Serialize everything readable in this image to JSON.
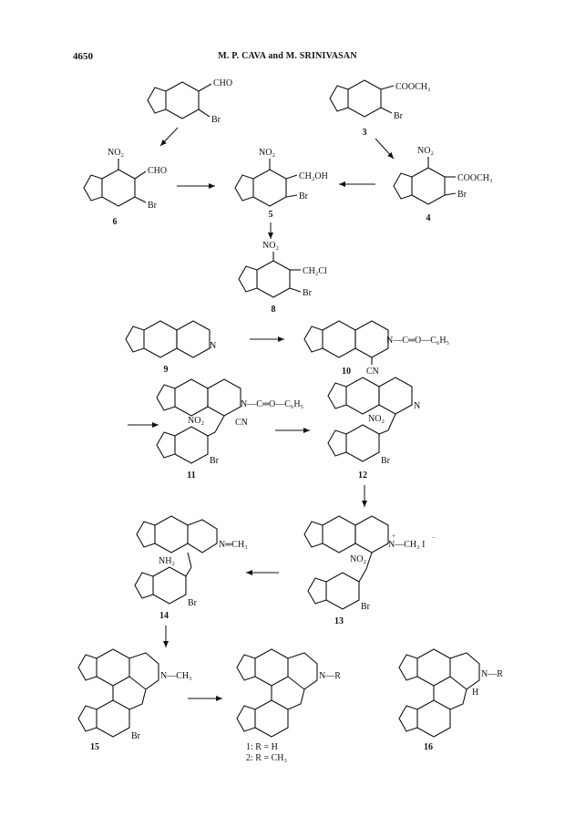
{
  "header": {
    "page_number": "4650",
    "running_head": "M. P. CAVA and M. SRINIVASAN"
  },
  "scheme": {
    "compounds": {
      "c_aldehyde": {
        "number": "",
        "groups": [
          "CHO",
          "Br"
        ]
      },
      "c3": {
        "number": "3",
        "groups": [
          "COOCH₃",
          "Br"
        ]
      },
      "c6": {
        "number": "6",
        "groups": [
          "NO₂",
          "CHO",
          "Br"
        ]
      },
      "c5": {
        "number": "5",
        "groups": [
          "NO₂",
          "CH₂OH",
          "Br"
        ]
      },
      "c4": {
        "number": "4",
        "groups": [
          "NO₂",
          "COOCH₃",
          "Br"
        ]
      },
      "c8": {
        "number": "8",
        "groups": [
          "NO₂",
          "CH₂Cl",
          "Br"
        ]
      },
      "c9": {
        "number": "9",
        "groups": [
          "N"
        ]
      },
      "c10": {
        "number": "10",
        "groups": [
          "N—C═O—C₆H₅",
          "CN"
        ]
      },
      "c11": {
        "number": "11",
        "groups": [
          "N—C═O—C₆H₅",
          "CN",
          "NO₂",
          "Br"
        ]
      },
      "c12": {
        "number": "12",
        "groups": [
          "N",
          "NO₂",
          "Br"
        ]
      },
      "c13": {
        "number": "13",
        "groups": [
          "N—CH₃ I",
          "NO₂",
          "Br"
        ]
      },
      "c14": {
        "number": "14",
        "groups": [
          "N═CH₃",
          "NH₂",
          "Br"
        ]
      },
      "c15": {
        "number": "15",
        "groups": [
          "N—CH₃",
          "Br"
        ]
      },
      "c1_2": {
        "number": "",
        "groups": [
          "N—R"
        ],
        "legend": [
          "1: R = H",
          "2: R = CH₃"
        ]
      },
      "c16": {
        "number": "16",
        "groups": [
          "N—R",
          "H"
        ]
      }
    }
  }
}
